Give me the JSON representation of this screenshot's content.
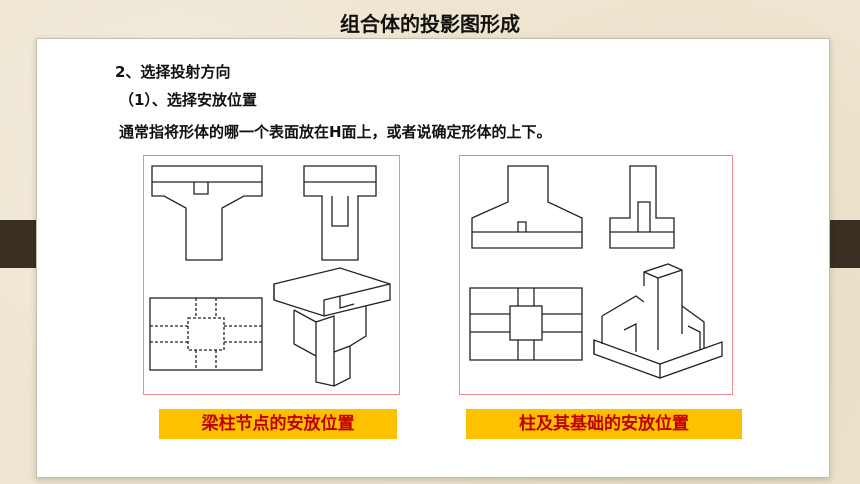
{
  "slide": {
    "title": "组合体的投影图形成",
    "line1": "2、选择投射方向",
    "line2": "（1）、选择安放位置",
    "line3": "通常指将形体的哪一个表面放在H面上，或者说确定形体的上下。"
  },
  "figures": {
    "left_caption": "梁柱节点的安放位置",
    "right_caption": "柱及其基础的安放位置"
  },
  "colors": {
    "caption_bg": "#ffc000",
    "caption_text": "#c00000",
    "figure_border": "#f08a8a"
  }
}
